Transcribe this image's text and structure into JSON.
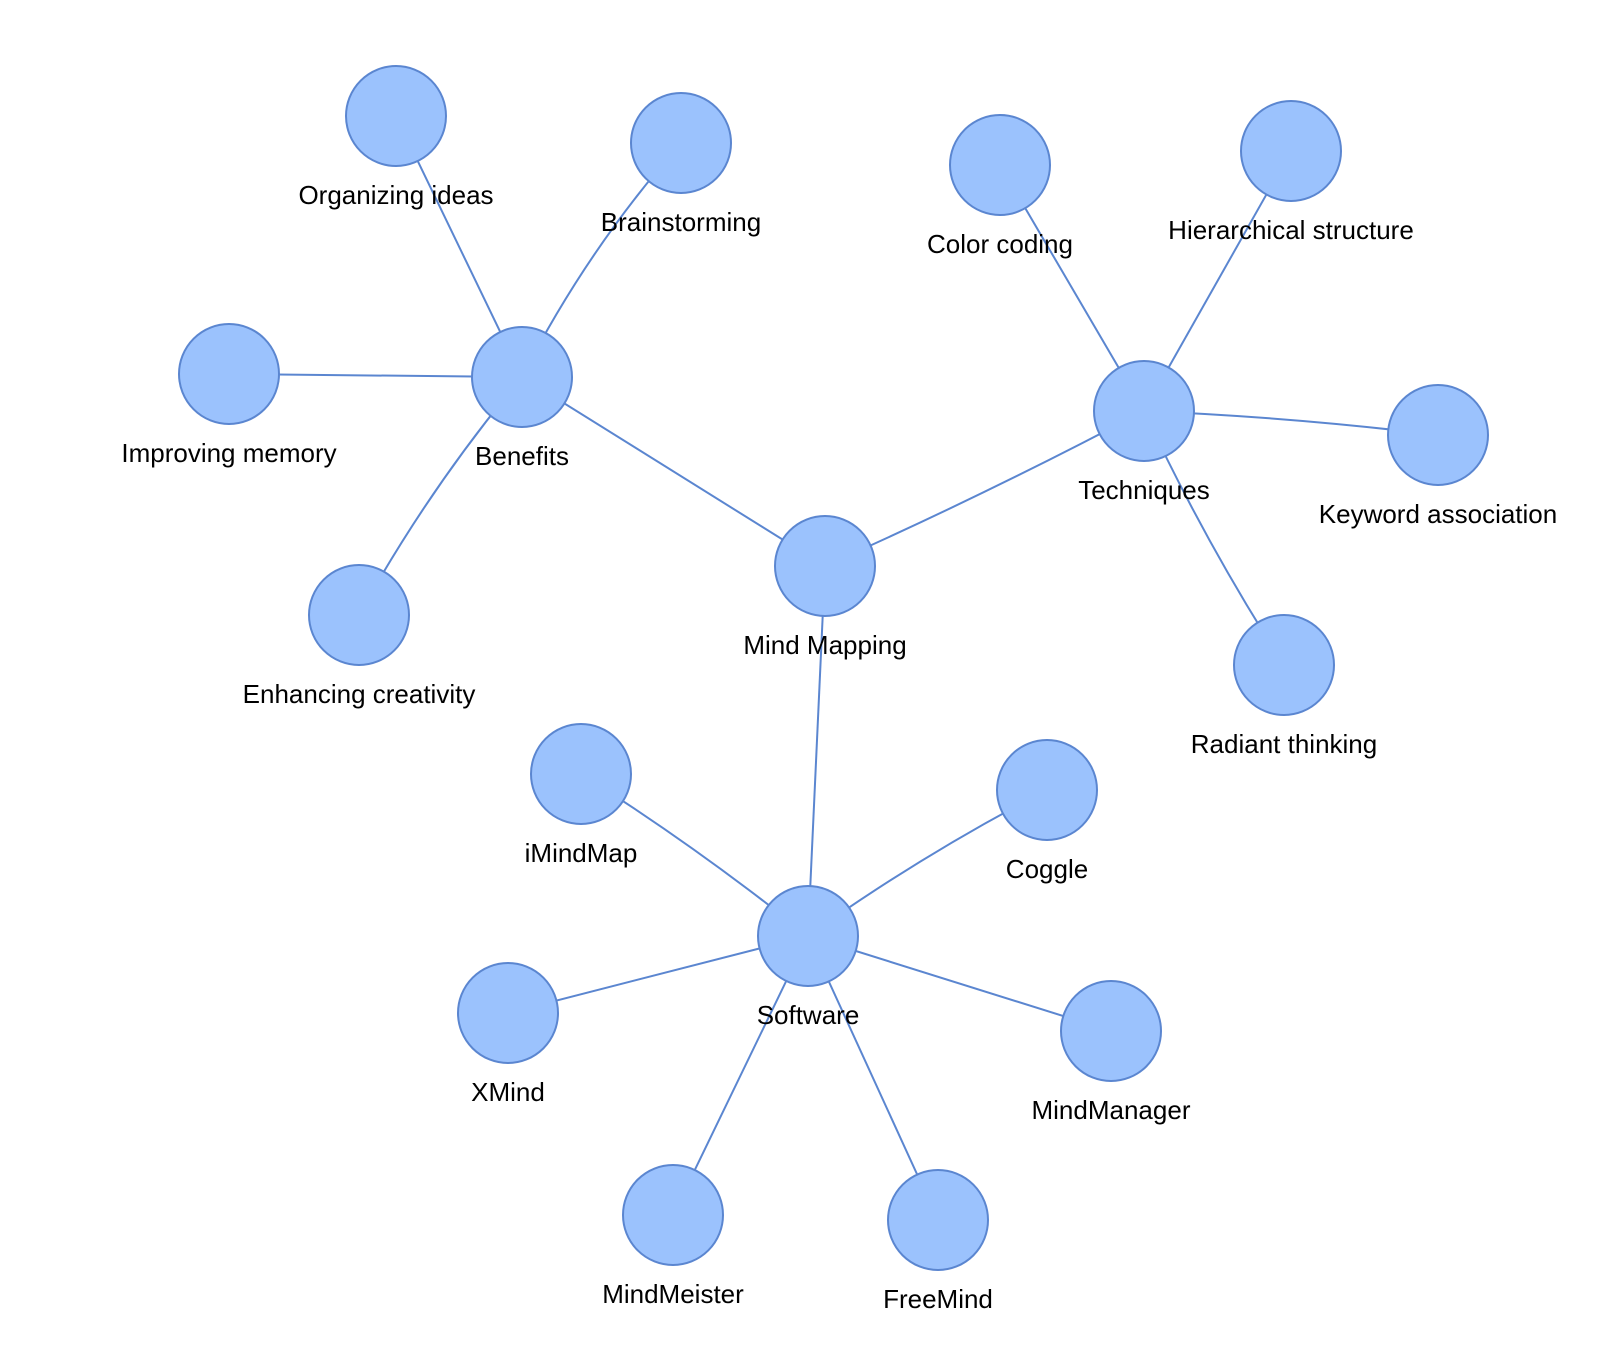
{
  "colors": {
    "node_fill": "#9bc2fd",
    "node_stroke": "#5b86d0",
    "edge": "#5b86d0",
    "label": "#000000"
  },
  "nodes": [
    {
      "id": "mind-mapping",
      "label": "Mind Mapping"
    },
    {
      "id": "benefits",
      "label": "Benefits"
    },
    {
      "id": "techniques",
      "label": "Techniques"
    },
    {
      "id": "software",
      "label": "Software"
    },
    {
      "id": "organizing-ideas",
      "label": "Organizing ideas"
    },
    {
      "id": "brainstorming",
      "label": "Brainstorming"
    },
    {
      "id": "improving-memory",
      "label": "Improving memory"
    },
    {
      "id": "enhancing-creativity",
      "label": "Enhancing creativity"
    },
    {
      "id": "color-coding",
      "label": "Color coding"
    },
    {
      "id": "hierarchical-structure",
      "label": "Hierarchical structure"
    },
    {
      "id": "keyword-association",
      "label": "Keyword association"
    },
    {
      "id": "radiant-thinking",
      "label": "Radiant thinking"
    },
    {
      "id": "imindmap",
      "label": "iMindMap"
    },
    {
      "id": "coggle",
      "label": "Coggle"
    },
    {
      "id": "xmind",
      "label": "XMind"
    },
    {
      "id": "mindmanager",
      "label": "MindManager"
    },
    {
      "id": "mindmeister",
      "label": "MindMeister"
    },
    {
      "id": "freemind",
      "label": "FreeMind"
    }
  ],
  "edges": [
    {
      "from": "mind-mapping",
      "to": "benefits"
    },
    {
      "from": "mind-mapping",
      "to": "techniques"
    },
    {
      "from": "mind-mapping",
      "to": "software"
    },
    {
      "from": "benefits",
      "to": "organizing-ideas"
    },
    {
      "from": "benefits",
      "to": "brainstorming"
    },
    {
      "from": "benefits",
      "to": "improving-memory"
    },
    {
      "from": "benefits",
      "to": "enhancing-creativity"
    },
    {
      "from": "techniques",
      "to": "color-coding"
    },
    {
      "from": "techniques",
      "to": "hierarchical-structure"
    },
    {
      "from": "techniques",
      "to": "keyword-association"
    },
    {
      "from": "techniques",
      "to": "radiant-thinking"
    },
    {
      "from": "software",
      "to": "imindmap"
    },
    {
      "from": "software",
      "to": "coggle"
    },
    {
      "from": "software",
      "to": "xmind"
    },
    {
      "from": "software",
      "to": "mindmanager"
    },
    {
      "from": "software",
      "to": "mindmeister"
    },
    {
      "from": "software",
      "to": "freemind"
    }
  ]
}
